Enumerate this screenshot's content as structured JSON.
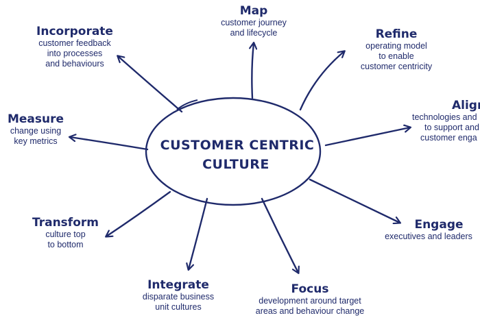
{
  "hub": {
    "line1": "CUSTOMER CENTRIC",
    "line2": "CULTURE"
  },
  "nodes": {
    "map": {
      "title": "Map",
      "desc": [
        "customer journey",
        "and lifecycle"
      ]
    },
    "refine": {
      "title": "Refine",
      "desc": [
        "operating model",
        "to enable",
        "customer centricity"
      ]
    },
    "align": {
      "title": "Align",
      "desc": [
        "technologies and",
        "to support and",
        "customer enga"
      ]
    },
    "engage": {
      "title": "Engage",
      "desc": [
        "executives and leaders"
      ]
    },
    "focus": {
      "title": "Focus",
      "desc": [
        "development around target",
        "areas and behaviour change"
      ]
    },
    "integrate": {
      "title": "Integrate",
      "desc": [
        "disparate business",
        "unit cultures"
      ]
    },
    "transform": {
      "title": "Transform",
      "desc": [
        "culture top",
        "to bottom"
      ]
    },
    "measure": {
      "title": "Measure",
      "desc": [
        "change using",
        "key metrics"
      ]
    },
    "incorporate": {
      "title": "Incorporate",
      "desc": [
        "customer feedback",
        "into processes",
        "and behaviours"
      ]
    }
  },
  "colors": {
    "ink": "#1f2a6b",
    "background": "#ffffff"
  }
}
